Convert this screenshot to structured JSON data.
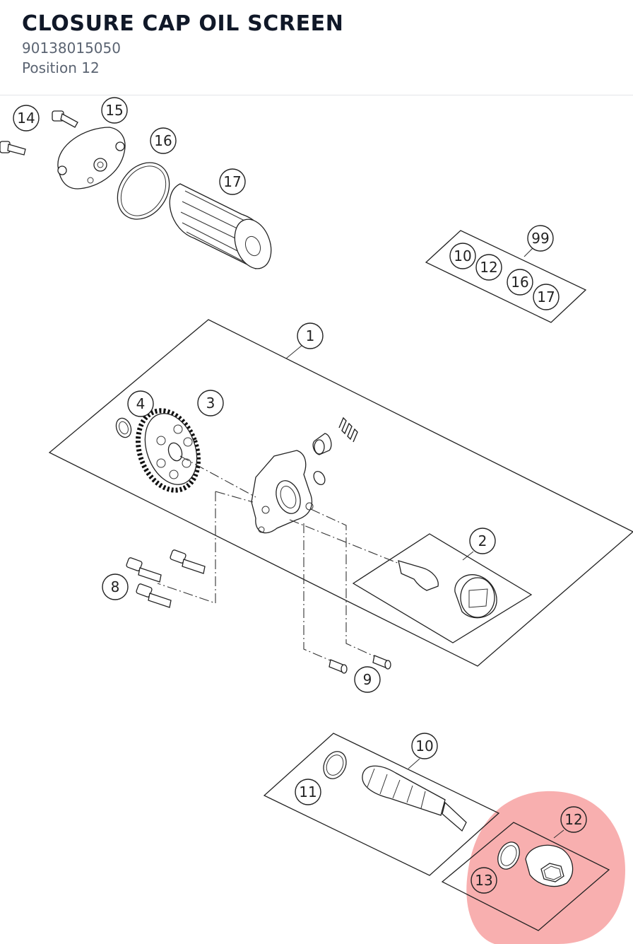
{
  "header": {
    "title": "CLOSURE CAP OIL SCREEN",
    "part_number": "90138015050",
    "position": "Position 12"
  },
  "diagram": {
    "highlight_color": "#f26d6d",
    "callouts": [
      "14",
      "15",
      "16",
      "17",
      "99",
      "10",
      "12",
      "16",
      "17",
      "1",
      "4",
      "3",
      "2",
      "8",
      "9",
      "10",
      "11",
      "12",
      "13"
    ]
  }
}
